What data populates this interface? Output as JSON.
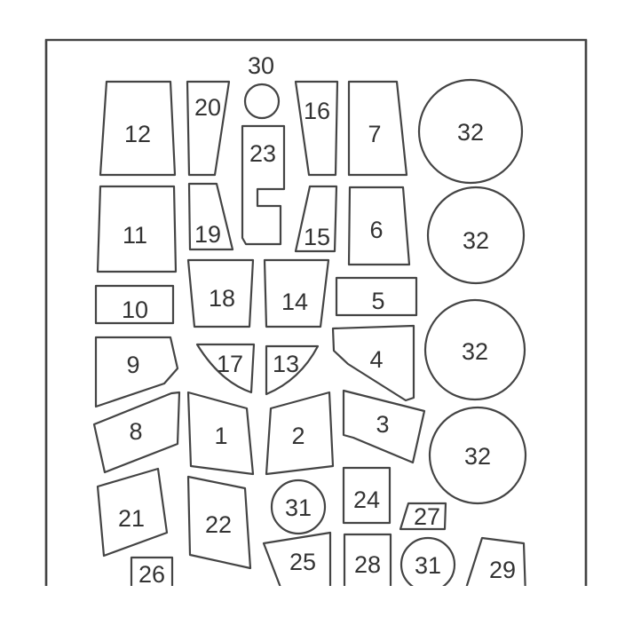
{
  "pieces": [
    {
      "label": "12",
      "shape": "polygon"
    },
    {
      "label": "20",
      "shape": "polygon"
    },
    {
      "label": "30",
      "shape": "circle"
    },
    {
      "label": "16",
      "shape": "polygon"
    },
    {
      "label": "7",
      "shape": "polygon"
    },
    {
      "label": "32",
      "shape": "circle"
    },
    {
      "label": "23",
      "shape": "polygon"
    },
    {
      "label": "11",
      "shape": "polygon"
    },
    {
      "label": "19",
      "shape": "polygon"
    },
    {
      "label": "15",
      "shape": "polygon"
    },
    {
      "label": "6",
      "shape": "polygon"
    },
    {
      "label": "32",
      "shape": "circle"
    },
    {
      "label": "10",
      "shape": "rect"
    },
    {
      "label": "18",
      "shape": "polygon"
    },
    {
      "label": "14",
      "shape": "polygon"
    },
    {
      "label": "5",
      "shape": "rect"
    },
    {
      "label": "32",
      "shape": "circle"
    },
    {
      "label": "9",
      "shape": "polygon"
    },
    {
      "label": "17",
      "shape": "path"
    },
    {
      "label": "13",
      "shape": "path"
    },
    {
      "label": "4",
      "shape": "polygon"
    },
    {
      "label": "8",
      "shape": "polygon"
    },
    {
      "label": "1",
      "shape": "polygon"
    },
    {
      "label": "2",
      "shape": "polygon"
    },
    {
      "label": "3",
      "shape": "polygon"
    },
    {
      "label": "32",
      "shape": "circle"
    },
    {
      "label": "21",
      "shape": "polygon"
    },
    {
      "label": "22",
      "shape": "polygon"
    },
    {
      "label": "31",
      "shape": "circle"
    },
    {
      "label": "24",
      "shape": "rect"
    },
    {
      "label": "27",
      "shape": "polygon"
    },
    {
      "label": "26",
      "shape": "rect"
    },
    {
      "label": "25",
      "shape": "polygon"
    },
    {
      "label": "28",
      "shape": "rect"
    },
    {
      "label": "31",
      "shape": "circle"
    },
    {
      "label": "29",
      "shape": "polygon"
    }
  ]
}
